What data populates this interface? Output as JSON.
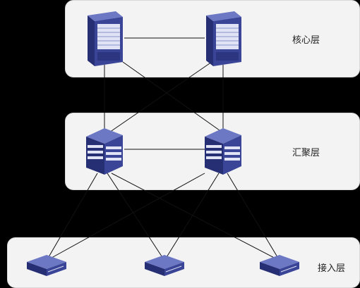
{
  "layers": {
    "core": {
      "label": "核心层"
    },
    "aggregation": {
      "label": "汇聚层"
    },
    "access": {
      "label": "接入层"
    }
  },
  "colors": {
    "background": "#000000",
    "panel": "#f3f3f3",
    "device_blue": "#3a4598",
    "device_dark": "#262e74",
    "device_light": "#6d78c4",
    "link": "#111111"
  },
  "devices": {
    "core": [
      "core-switch-left",
      "core-switch-right"
    ],
    "aggregation": [
      "aggregation-switch-left",
      "aggregation-switch-right"
    ],
    "access": [
      "access-switch-left",
      "access-switch-middle",
      "access-switch-right"
    ]
  }
}
